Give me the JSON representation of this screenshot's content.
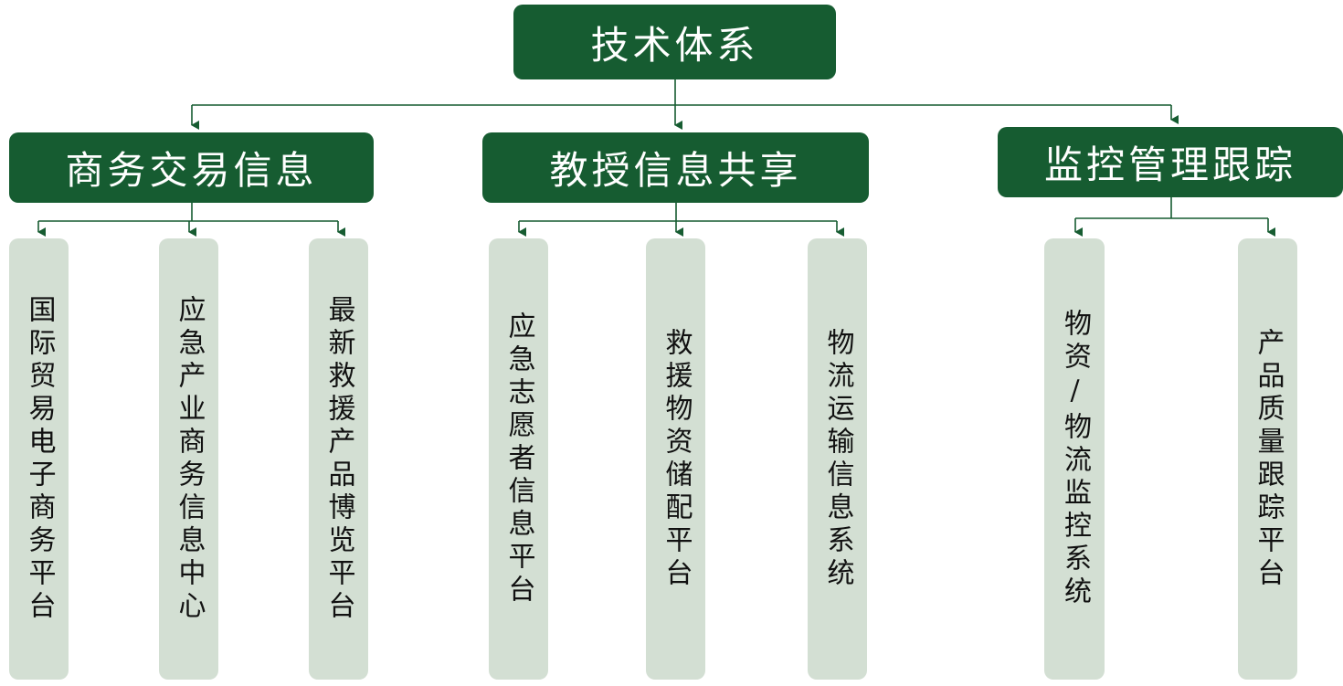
{
  "root": {
    "label": "技术体系"
  },
  "categories": [
    {
      "label": "商务交易信息"
    },
    {
      "label": "教授信息共享"
    },
    {
      "label": "监控管理跟踪"
    }
  ],
  "leaves": [
    {
      "label": "国际贸易电子商务平台"
    },
    {
      "label": "应急产业商务信息中心"
    },
    {
      "label": "最新救援产品博览平台"
    },
    {
      "label": "应急志愿者信息平台"
    },
    {
      "label": "救援物资储配平台"
    },
    {
      "label": "物流运输信息系统"
    },
    {
      "label": "物资/物流监控系统"
    },
    {
      "label": "产品质量跟踪平台"
    }
  ],
  "colors": {
    "node_fill": "#165c31",
    "leaf_fill": "#d3dfd3",
    "connector": "#165c31"
  }
}
